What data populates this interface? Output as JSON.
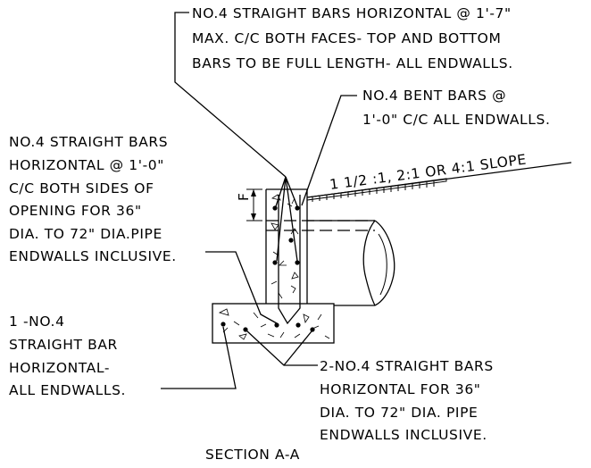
{
  "notes": {
    "top_bars": [
      "NO.4 STRAIGHT BARS HORIZONTAL @ 1'-7\"",
      "MAX. C/C BOTH FACES- TOP AND BOTTOM",
      "BARS TO BE FULL LENGTH- ALL ENDWALLS."
    ],
    "bent_bars": [
      "NO.4 BENT BARS @",
      "1'-0\" C/C ALL ENDWALLS."
    ],
    "left_bars": [
      "NO.4 STRAIGHT BARS",
      "HORIZONTAL @ 1'-0\"",
      "C/C BOTH SIDES OF",
      "OPENING FOR 36\"",
      "DIA. TO 72\" DIA.PIPE",
      "ENDWALLS INCLUSIVE."
    ],
    "single_bar": [
      "1 -NO.4",
      "STRAIGHT BAR",
      "HORIZONTAL-",
      "ALL ENDWALLS."
    ],
    "two_bars": [
      "2-NO.4 STRAIGHT BARS",
      "HORIZONTAL FOR 36\"",
      "DIA. TO 72\" DIA. PIPE",
      "ENDWALLS INCLUSIVE."
    ]
  },
  "slope_label": "1 1/2 :1, 2:1 OR 4:1 SLOPE",
  "dimension_label": "F",
  "section_title": "SECTION A-A"
}
